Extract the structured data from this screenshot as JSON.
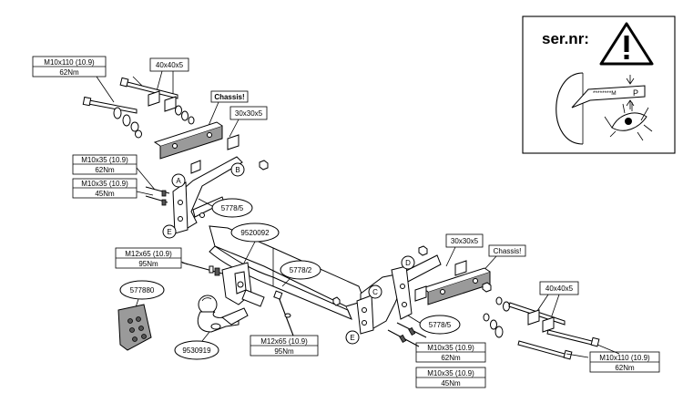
{
  "serial": {
    "title": "ser.nr:",
    "plate_text": "********M",
    "plate_p": "P"
  },
  "labels": {
    "bolt_top_left_spec": "M10x110 (10.9)",
    "bolt_top_left_torque": "62Nm",
    "plate_top_left": "40x40x5",
    "chassis_left": "Chassis!",
    "spacer_left": "30x30x5",
    "bolt_a_spec": "M10x35 (10.9)",
    "bolt_a_torque": "62Nm",
    "bolt_b_spec": "M10x35 (10.9)",
    "bolt_b_torque": "45Nm",
    "bracket_left": "5778/5",
    "ball_part": "9520092",
    "bolt_ball_spec": "M12x65 (10.9)",
    "bolt_ball_torque": "95Nm",
    "crossbar": "5778/2",
    "socket_part": "577880",
    "ball_neck": "9530919",
    "bolt_bottom_spec": "M12x65 (10.9)",
    "bolt_bottom_torque": "95Nm",
    "spacer_right": "30x30x5",
    "chassis_right": "Chassis!",
    "plate_right": "40x40x5",
    "bracket_right": "5778/5",
    "bolt_r1_spec": "M10x35 (10.9)",
    "bolt_r1_torque": "62Nm",
    "bolt_r2_spec": "M10x35 (10.9)",
    "bolt_r2_torque": "45Nm",
    "bolt_right_spec": "M10x110 (10.9)",
    "bolt_right_torque": "62Nm"
  },
  "callouts": {
    "a": "A",
    "b": "B",
    "c": "C",
    "d": "D",
    "e1": "E",
    "e2": "E"
  }
}
